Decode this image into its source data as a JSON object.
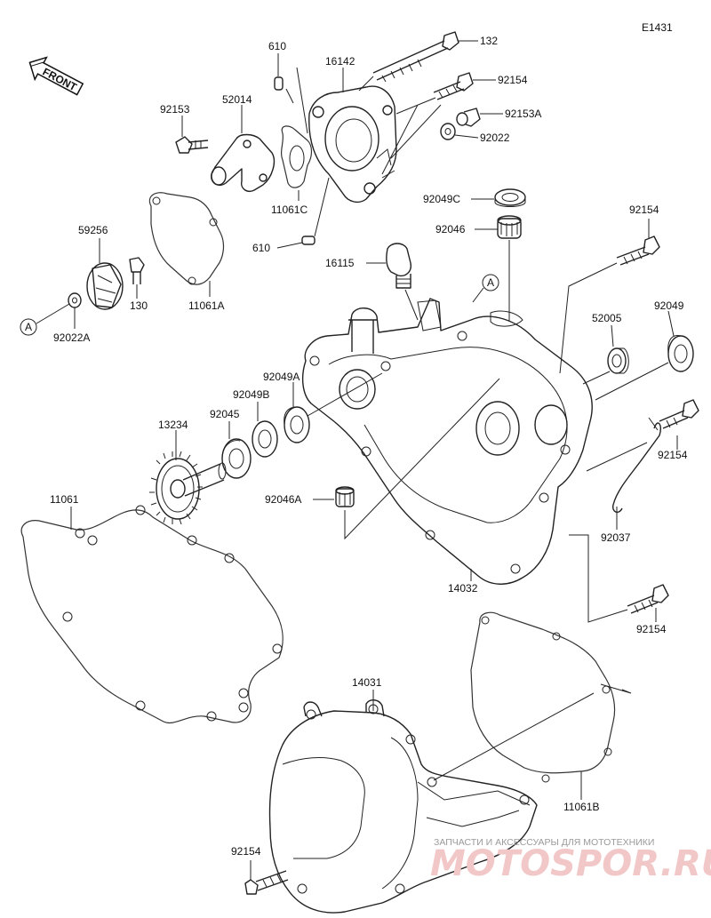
{
  "diagram_id": "E1431",
  "front_label": "FRONT",
  "ref_marker": "A",
  "parts": [
    "132",
    "610",
    "16142",
    "92154",
    "92153",
    "52014",
    "92153A",
    "92022",
    "11061C",
    "92049C",
    "92046",
    "610",
    "16115",
    "59256",
    "130",
    "11061A",
    "92022A",
    "92154",
    "52005",
    "92049",
    "92049A",
    "92049B",
    "13234",
    "92045",
    "92154",
    "92046A",
    "92037",
    "11061",
    "14032",
    "92154",
    "14031",
    "11061B",
    "92154"
  ],
  "watermark": {
    "caption": "ЗАПЧАСТИ И АКСЕССУАРЫ ДЛЯ МОТОТЕХНИКИ",
    "brand": "MOTOSPOR.RU"
  }
}
